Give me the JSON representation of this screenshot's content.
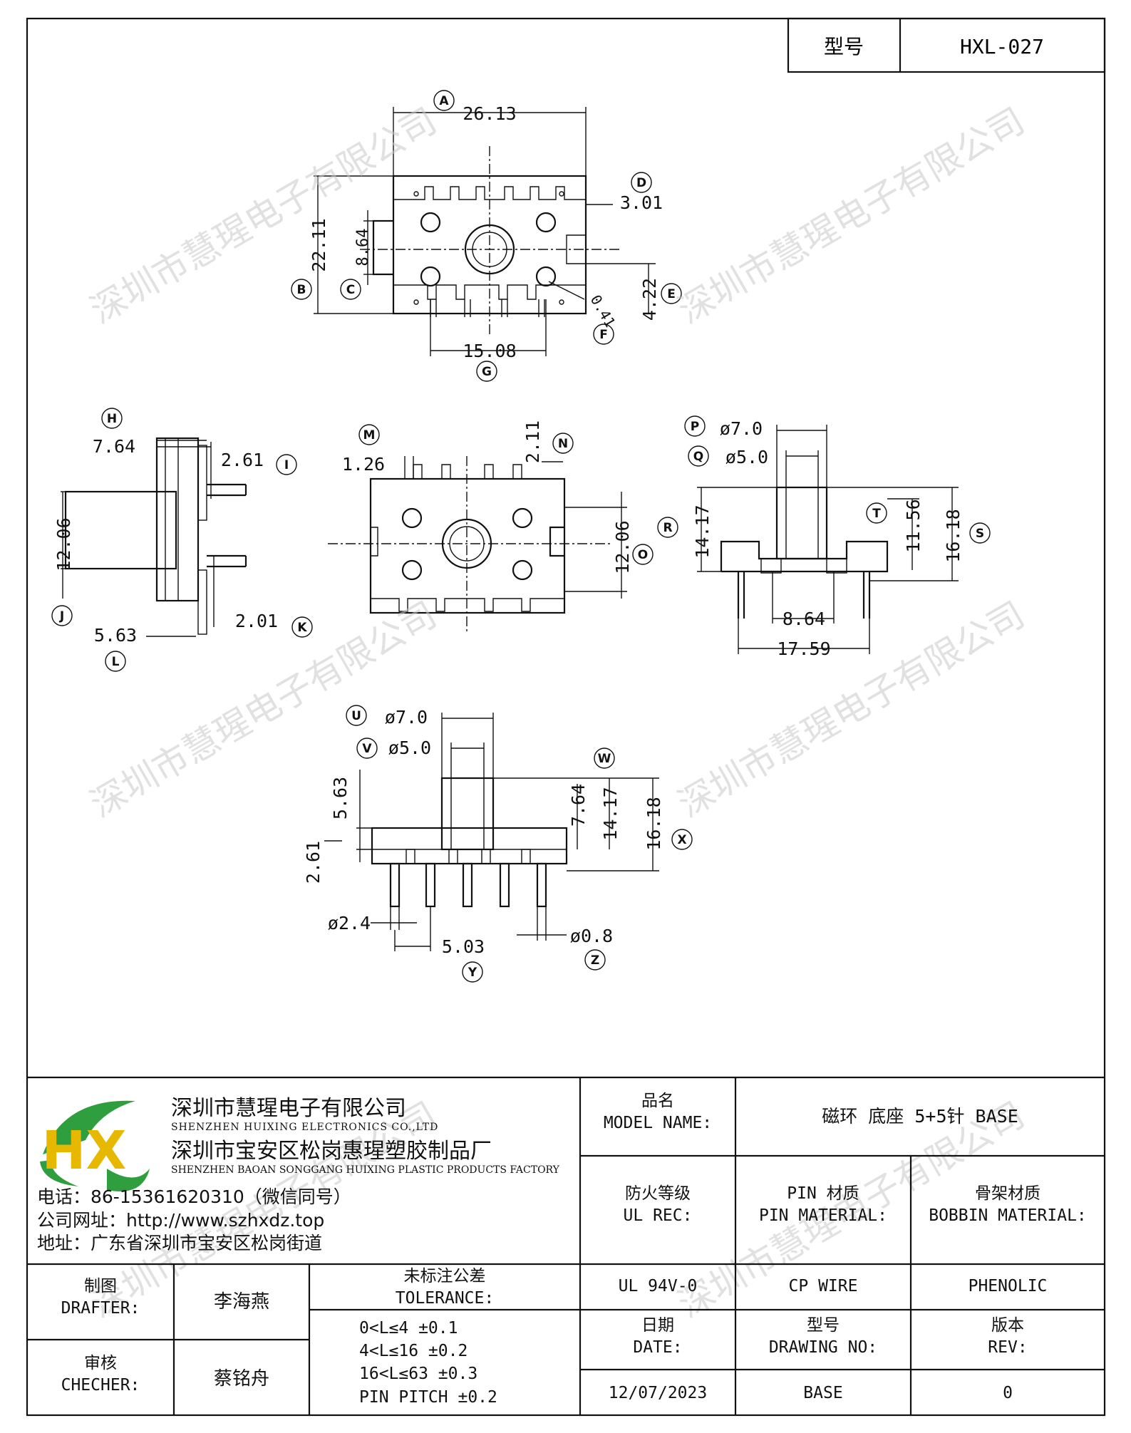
{
  "model_label": "型号",
  "model_value": "HXL-027",
  "dimensions": {
    "A": "26.13",
    "B": "22.11",
    "C": "8.64",
    "D": "3.01",
    "E": "4.22",
    "F": "0.41",
    "G": "15.08",
    "H": "7.64",
    "I": "2.61",
    "J": "12.06",
    "K": "2.01",
    "L": "5.63",
    "M": "1.26",
    "N": "2.11",
    "O": "12.06",
    "P": "ø7.0",
    "Q": "ø5.0",
    "R": "14.17",
    "S": "16.18",
    "T": "11.56",
    "R2": "8.64",
    "S2": "17.59",
    "U": "ø7.0",
    "V": "ø5.0",
    "W1": "5.63",
    "W2": "7.64",
    "W3": "14.17",
    "X": "16.18",
    "W4": "2.61",
    "pin_dia": "ø2.4",
    "Y": "5.03",
    "Z": "ø0.8"
  },
  "letters": [
    "A",
    "B",
    "C",
    "D",
    "E",
    "F",
    "G",
    "H",
    "I",
    "J",
    "K",
    "L",
    "M",
    "N",
    "O",
    "P",
    "Q",
    "R",
    "S",
    "T",
    "U",
    "V",
    "W",
    "X",
    "Y",
    "Z"
  ],
  "watermark": "深圳市慧瑆电子有限公司",
  "company": {
    "name_cn": "深圳市慧瑆电子有限公司",
    "name_en": "SHENZHEN HUIXING ELECTRONICS CO.,LTD",
    "factory_cn": "深圳市宝安区松岗惠瑆塑胶制品厂",
    "factory_en": "SHENZHEN BAOAN SONGGANG HUIXING PLASTIC PRODUCTS FACTORY",
    "phone": "电话：86-15361620310（微信同号）",
    "website": "公司网址：http://www.szhxdz.top",
    "address": "地址：广东省深圳市宝安区松岗街道"
  },
  "table": {
    "model_name_cn": "品名",
    "model_name_en": "MODEL NAME:",
    "model_name_value": "磁环 底座 5+5针 BASE",
    "ul_cn": "防火等级",
    "ul_en": "UL REC:",
    "pin_cn": "PIN 材质",
    "pin_en": "PIN MATERIAL:",
    "bobbin_cn": "骨架材质",
    "bobbin_en": "BOBBIN MATERIAL:",
    "ul_value": "UL 94V-0",
    "pin_value": "CP WIRE",
    "bobbin_value": "PHENOLIC",
    "drafter_cn": "制图",
    "drafter_en": "DRAFTER:",
    "drafter_name": "李海燕",
    "checker_cn": "审核",
    "checker_en": "CHECHER:",
    "checker_name": "蔡铭舟",
    "tolerance_cn": "未标注公差",
    "tolerance_en": "TOLERANCE:",
    "tol_1": "0<L≤4  ±0.1",
    "tol_2": "4<L≤16 ±0.2",
    "tol_3": "16<L≤63 ±0.3",
    "tol_4": "PIN PITCH ±0.2",
    "date_cn": "日期",
    "date_en": "DATE:",
    "date_value": "12/07/2023",
    "drawing_cn": "型号",
    "drawing_en": "DRAWING NO:",
    "drawing_value": "BASE",
    "rev_cn": "版本",
    "rev_en": "REV:",
    "rev_value": "0"
  },
  "logo_text": "HX"
}
